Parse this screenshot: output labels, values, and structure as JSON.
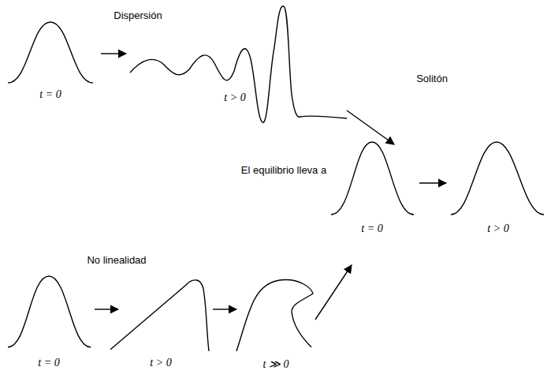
{
  "diagram": {
    "labels": [
      "Dispersión",
      "t = 0",
      "t > 0",
      "Solitón",
      "El equilibrio lleva a",
      "t = 0",
      "t > 0",
      "No linealidad",
      "t = 0",
      "t > 0",
      "t ≫ 0"
    ]
  }
}
